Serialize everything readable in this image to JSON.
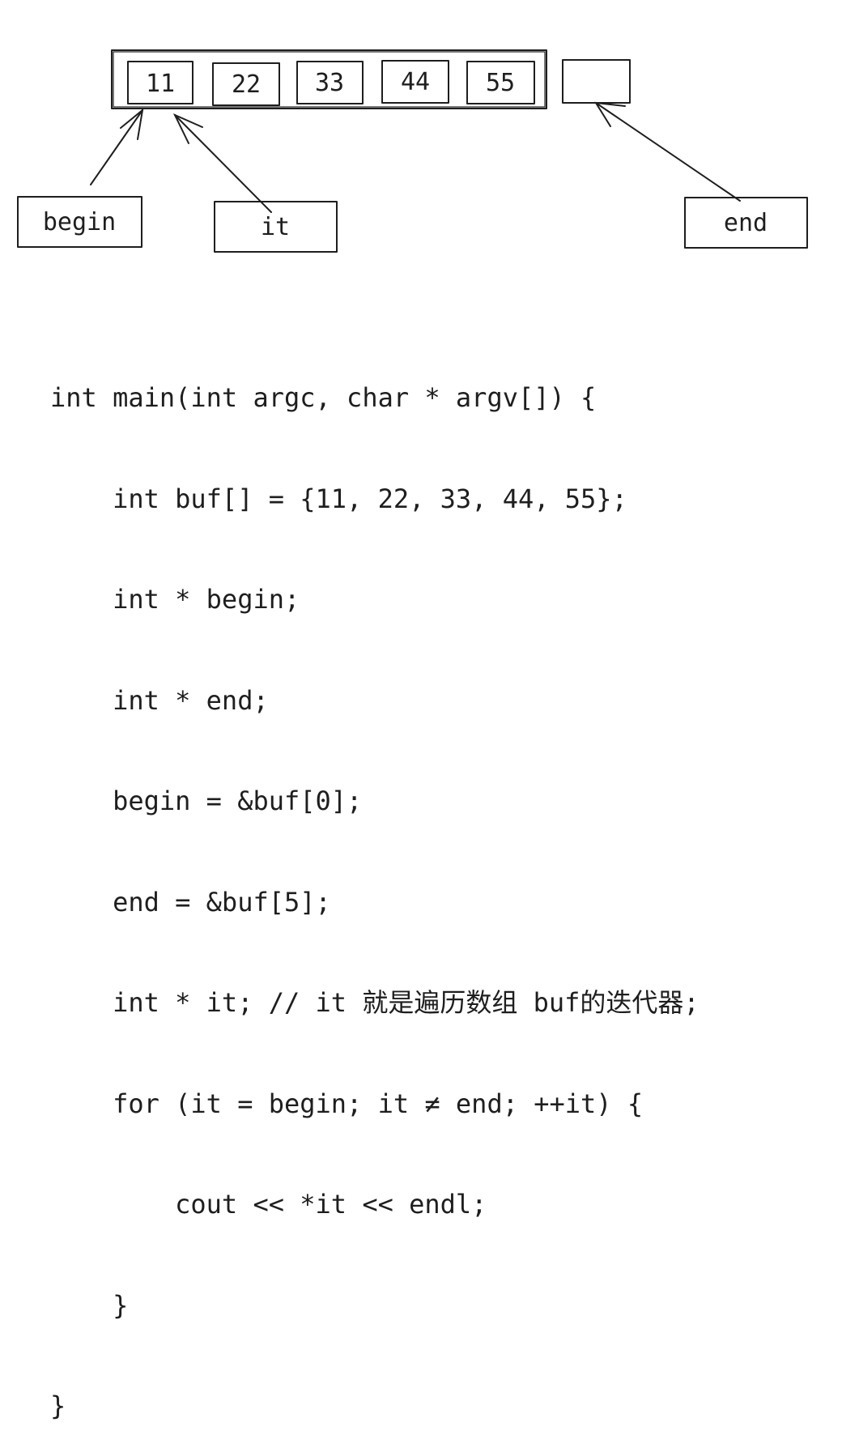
{
  "array": {
    "values": [
      "11",
      "22",
      "33",
      "44",
      "55"
    ],
    "past_end_label": ""
  },
  "pointers": {
    "begin": "begin",
    "it": "it",
    "end": "end"
  },
  "code": {
    "lines": [
      "int main(int argc, char * argv[]) {",
      "    int buf[] = {11, 22, 33, 44, 55};",
      "    int * begin;",
      "    int * end;",
      "    begin = &buf[0];",
      "    end = &buf[5];",
      "    int * it; // it 就是遍历数组 buf的迭代器;",
      "    for (it = begin; it ≠ end; ++it) {",
      "        cout << *it << endl;",
      "    }",
      "}"
    ]
  }
}
